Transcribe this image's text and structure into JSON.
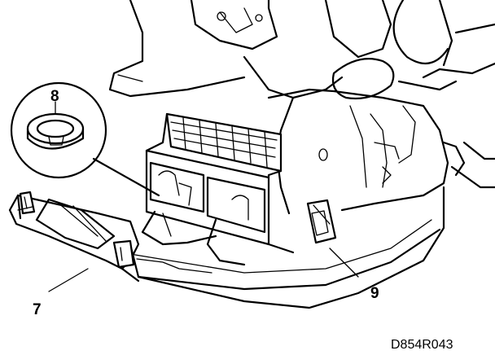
{
  "callouts": {
    "item_8": "8",
    "item_7": "7",
    "item_9": "9"
  },
  "figure_code": "D854R043"
}
